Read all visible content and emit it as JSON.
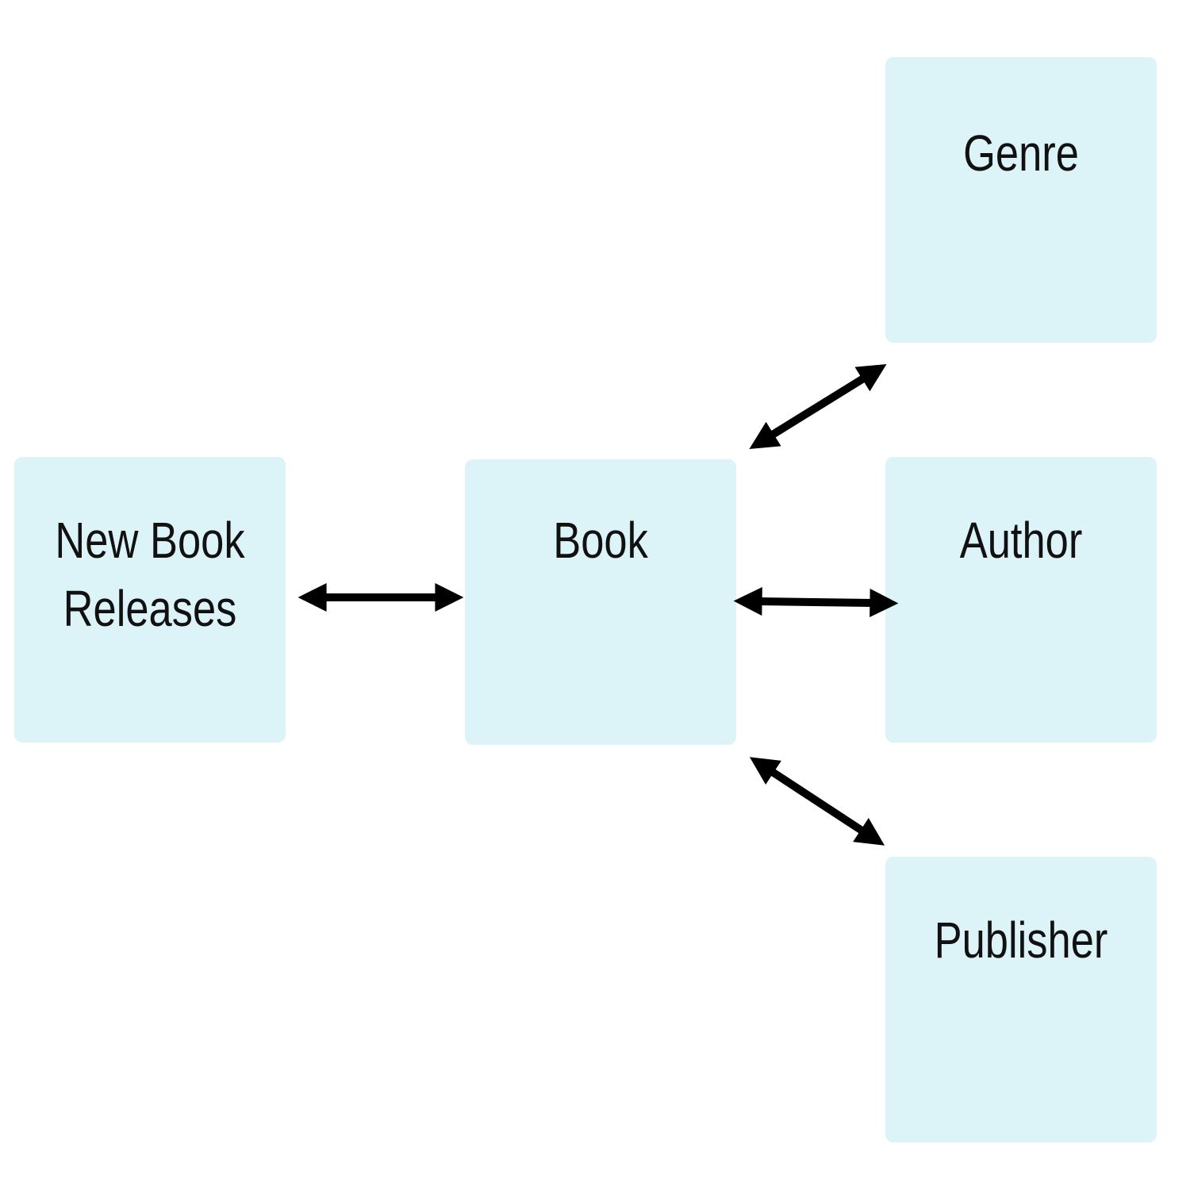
{
  "diagram": {
    "nodes": [
      {
        "id": "new-book-releases",
        "label": "New Book\nReleases"
      },
      {
        "id": "book",
        "label": "Book"
      },
      {
        "id": "genre",
        "label": "Genre"
      },
      {
        "id": "author",
        "label": "Author"
      },
      {
        "id": "publisher",
        "label": "Publisher"
      }
    ],
    "edges": [
      {
        "from": "new-book-releases",
        "to": "book",
        "direction": "both"
      },
      {
        "from": "book",
        "to": "genre",
        "direction": "both"
      },
      {
        "from": "book",
        "to": "author",
        "direction": "both"
      },
      {
        "from": "book",
        "to": "publisher",
        "direction": "both"
      }
    ],
    "colors": {
      "node_fill": "#dcf4f8",
      "arrow": "#000000",
      "text": "#111111"
    }
  }
}
